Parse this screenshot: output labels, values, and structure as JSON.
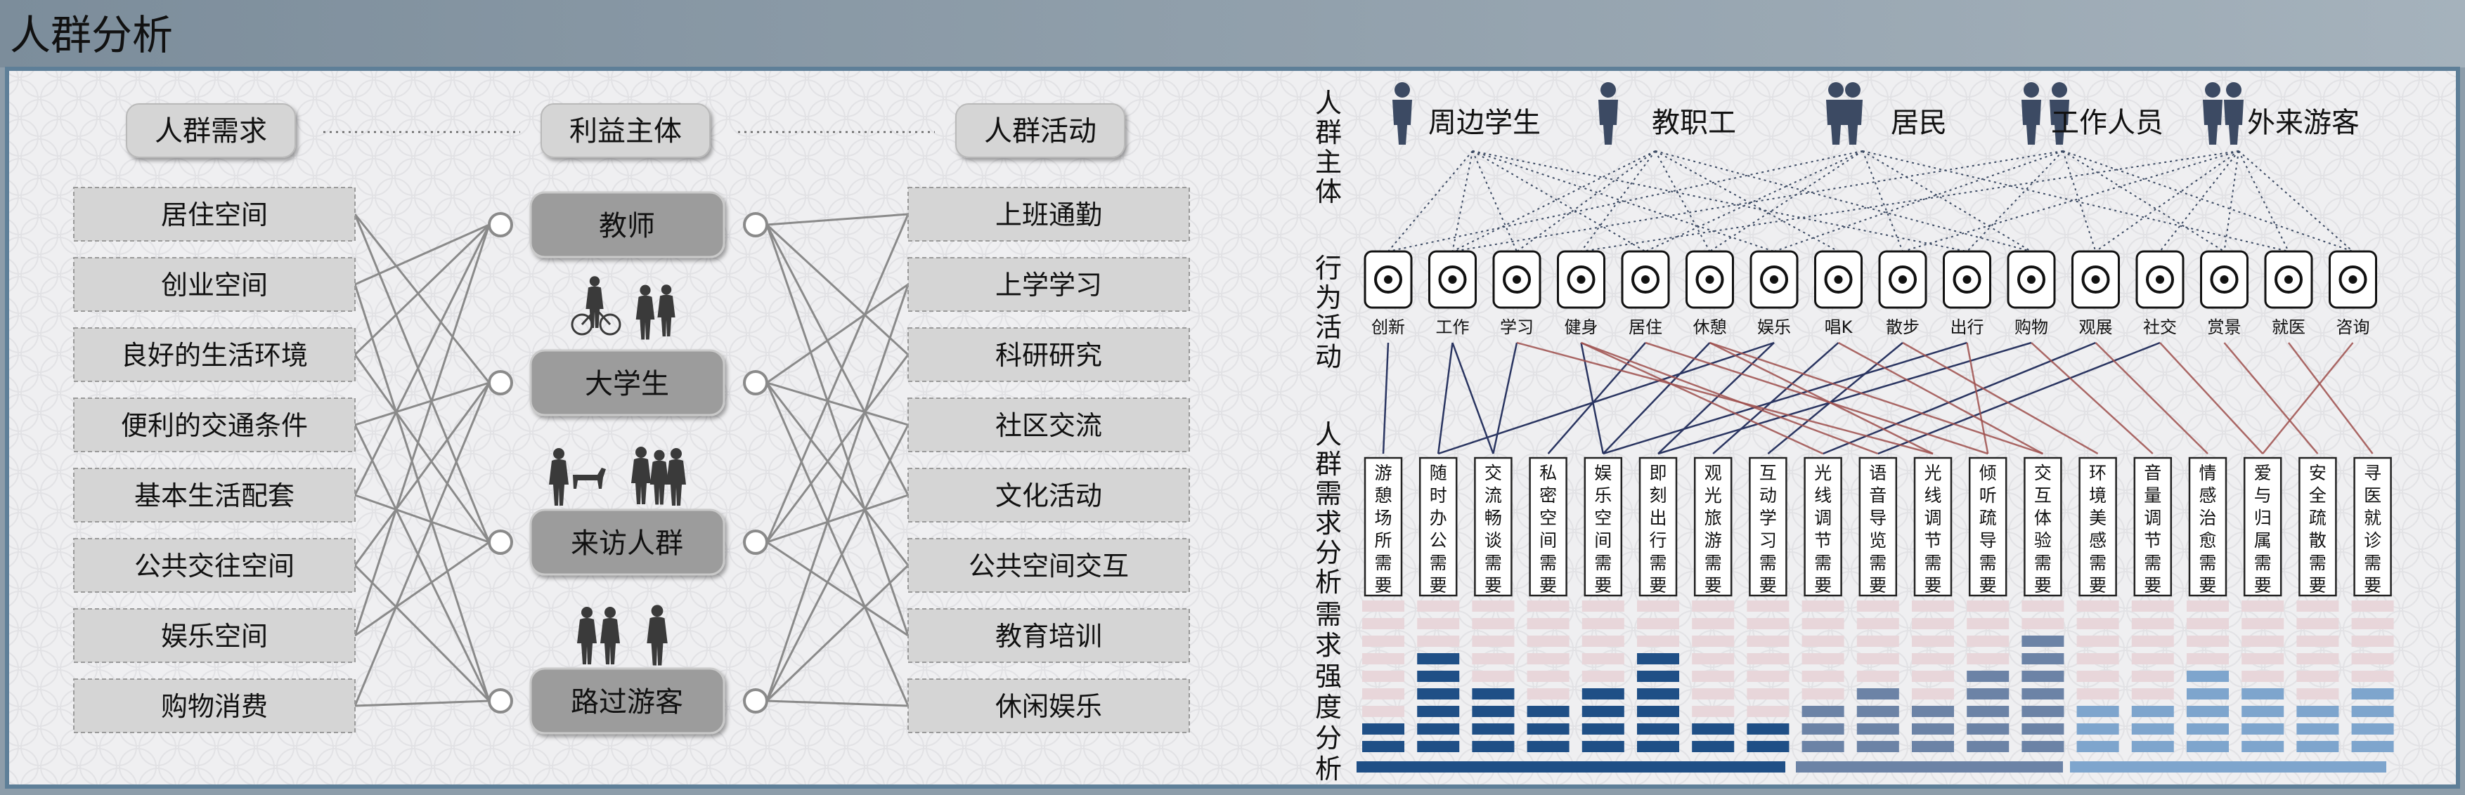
{
  "title": "人群分析",
  "left": {
    "headers": [
      "人群需求",
      "利益主体",
      "人群活动"
    ],
    "needs": [
      "居住空间",
      "创业空间",
      "良好的生活环境",
      "便利的交通条件",
      "基本生活配套",
      "公共交往空间",
      "娱乐空间",
      "购物消费"
    ],
    "subjects": [
      "教师",
      "大学生",
      "来访人群",
      "路过游客"
    ],
    "activities": [
      "上班通勤",
      "上学学习",
      "科研研究",
      "社区交流",
      "文化活动",
      "公共空间交互",
      "教育培训",
      "休闲娱乐"
    ]
  },
  "right": {
    "row_labels": {
      "subject": "人群主体",
      "behavior": "行为活动",
      "demand": "人群需求分析",
      "intensity": "需求强度分析"
    },
    "groups": [
      {
        "label": "周边学生",
        "icon": "student-silhouette-icon"
      },
      {
        "label": "教职工",
        "icon": "staff-silhouette-icon"
      },
      {
        "label": "居民",
        "icon": "resident-silhouette-icon"
      },
      {
        "label": "工作人员",
        "icon": "worker-silhouette-icon"
      },
      {
        "label": "外来游客",
        "icon": "tourist-silhouette-icon"
      }
    ],
    "behaviors": [
      {
        "label": "创新",
        "icon": "target-icon"
      },
      {
        "label": "工作",
        "icon": "clipboard-icon"
      },
      {
        "label": "学习",
        "icon": "book-icon"
      },
      {
        "label": "健身",
        "icon": "weightlifting-icon"
      },
      {
        "label": "居住",
        "icon": "reel-icon"
      },
      {
        "label": "休憩",
        "icon": "signpost-icon"
      },
      {
        "label": "娱乐",
        "icon": "headphones-icon"
      },
      {
        "label": "唱K",
        "icon": "microphone-icon"
      },
      {
        "label": "散步",
        "icon": "picture-icon"
      },
      {
        "label": "出行",
        "icon": "home-icon"
      },
      {
        "label": "购物",
        "icon": "cart-icon"
      },
      {
        "label": "观展",
        "icon": "briefcase-icon"
      },
      {
        "label": "社交",
        "icon": "chat-icon"
      },
      {
        "label": "赏景",
        "icon": "cart-icon"
      },
      {
        "label": "就医",
        "icon": "medkit-icon"
      },
      {
        "label": "咨询",
        "icon": "chat-icon"
      }
    ],
    "demands": [
      "游憩场所需要",
      "随时办公需要",
      "交流畅谈需要",
      "私密空间需要",
      "娱乐空间需要",
      "即刻出行需要",
      "观光旅游需要",
      "互动学习需要",
      "光线调节需要",
      "语音导览需要",
      "光线调节需要",
      "倾听疏导需要",
      "交互体验需要",
      "环境美感需要",
      "音量调节需要",
      "情感治愈需要",
      "爱与归属需要",
      "安全疏散需要",
      "寻医就诊需要"
    ],
    "intensity_levels": [
      2,
      6,
      4,
      3,
      4,
      6,
      2,
      2,
      3,
      4,
      3,
      5,
      7,
      3,
      3,
      5,
      4,
      3,
      4
    ],
    "intensity_max": 9,
    "palette": {
      "strong_dark": "#1f4f86",
      "strong_mid": "#6c83a6",
      "strong_light": "#7ea5cd",
      "weak": "#e8d6da",
      "line_dark": "#2a3561",
      "line_red": "#9e4f4c"
    }
  },
  "colors": {
    "header_bar": "#8d9daa",
    "panel": "#efeff0",
    "box_fill": "#d5d5d5",
    "subject_fill": "#9c9c9c"
  }
}
